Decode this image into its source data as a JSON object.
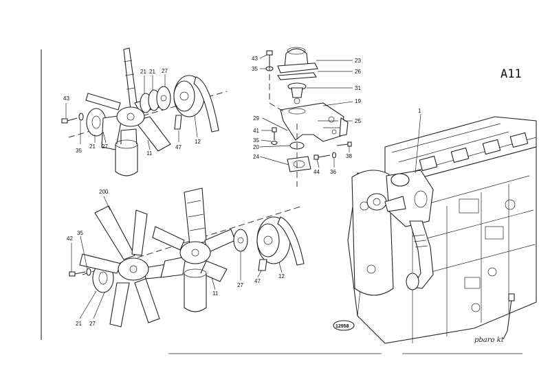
{
  "sheet": {
    "code": "A11",
    "stamp": "12958",
    "signature": "pbaro kt"
  },
  "callouts": {
    "upper_fan": [
      "43",
      "35",
      "21",
      "27",
      "21",
      "21",
      "27",
      "11",
      "47",
      "12"
    ],
    "thermostat": [
      "43",
      "35",
      "23",
      "26",
      "31",
      "19",
      "25",
      "29",
      "41",
      "35",
      "20",
      "24",
      "44",
      "36",
      "38"
    ],
    "lower_fan": [
      "200",
      "42",
      "35",
      "21",
      "27",
      "11",
      "27",
      "47",
      "12"
    ],
    "engine": [
      "1"
    ]
  },
  "colors": {
    "ink": "#222222",
    "paper": "#ffffff"
  }
}
